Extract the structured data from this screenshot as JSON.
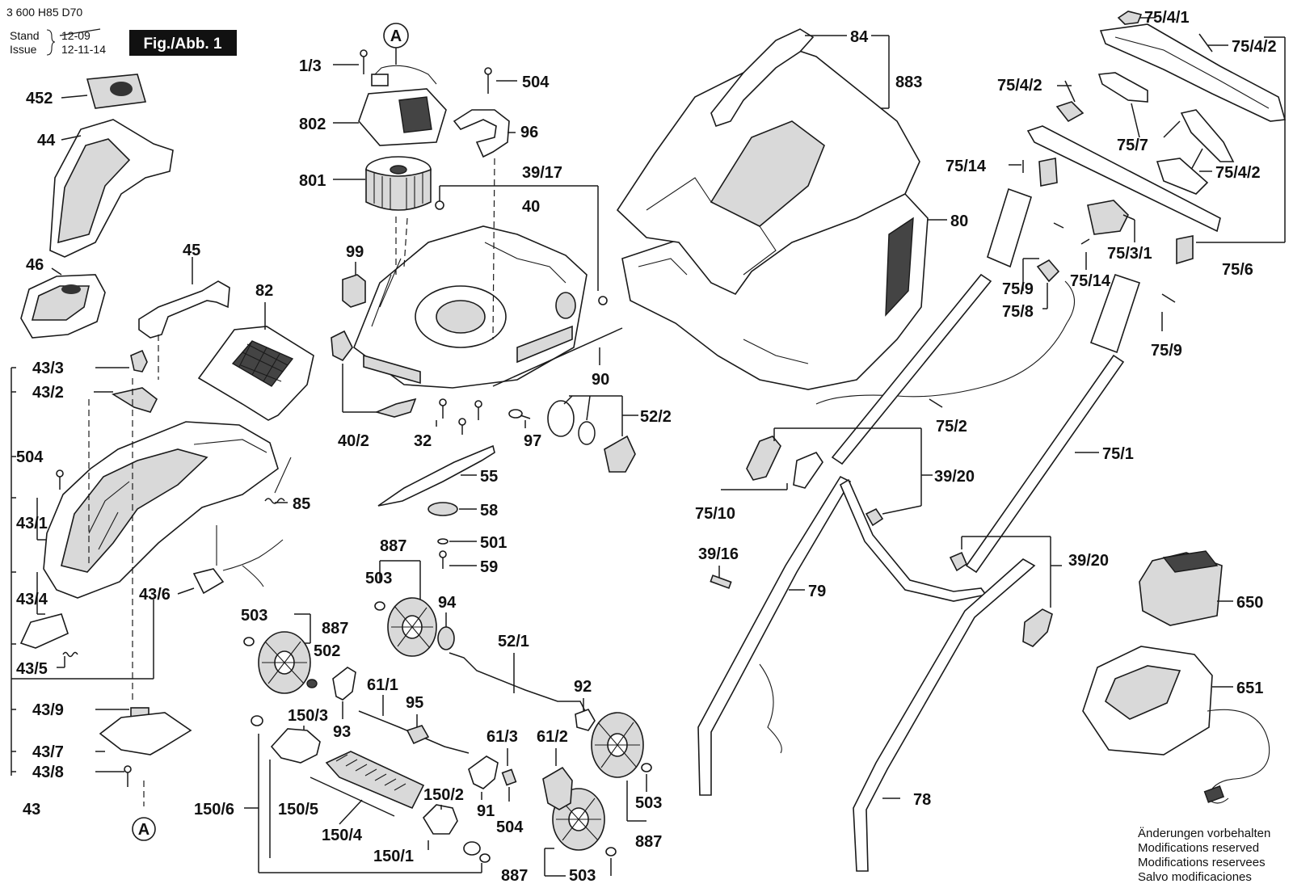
{
  "header": {
    "doc_number": "3 600 H85 D70",
    "stand_label": "Stand",
    "issue_label": "Issue",
    "old_date": "12-09",
    "issue_date": "12-11-14",
    "fig_label": "Fig./Abb. 1"
  },
  "callouts": {
    "A": "A",
    "p1_3": "1/3",
    "p802": "802",
    "p801": "801",
    "p99": "99",
    "p504a": "504",
    "p96": "96",
    "p39_17": "39/17",
    "p40": "40",
    "p452": "452",
    "p44": "44",
    "p45": "45",
    "p46": "46",
    "p82": "82",
    "p43_3": "43/3",
    "p43_2": "43/2",
    "p504b": "504",
    "p43_1": "43/1",
    "p85": "85",
    "p43_4": "43/4",
    "p43_6": "43/6",
    "p43_5": "43/5",
    "p43_9": "43/9",
    "p43_7": "43/7",
    "p43_8": "43/8",
    "p43": "43",
    "p90": "90",
    "p40_2": "40/2",
    "p32": "32",
    "p97": "97",
    "p52_2": "52/2",
    "p55": "55",
    "p58": "58",
    "p501": "501",
    "p59": "59",
    "p887a": "887",
    "p503a": "503",
    "p94": "94",
    "p503b": "503",
    "p887b": "887",
    "p502": "502",
    "p52_1": "52/1",
    "p61_1": "61/1",
    "p95": "95",
    "p93": "93",
    "p150_3": "150/3",
    "p92": "92",
    "p61_3": "61/3",
    "p61_2": "61/2",
    "p150_2": "150/2",
    "p91": "91",
    "p504c": "504",
    "p150_6": "150/6",
    "p150_5": "150/5",
    "p150_4": "150/4",
    "p150_1": "150/1",
    "p503c": "503",
    "p887c": "887",
    "p887d": "887",
    "p503d": "503",
    "p84": "84",
    "p883": "883",
    "p80": "80",
    "p75_4_1": "75/4/1",
    "p75_4_2a": "75/4/2",
    "p75_4_2b": "75/4/2",
    "p75_7": "75/7",
    "p75_4_2c": "75/4/2",
    "p75_14a": "75/14",
    "p75_3_1": "75/3/1",
    "p75_14b": "75/14",
    "p75_6": "75/6",
    "p75_9a": "75/9",
    "p75_8": "75/8",
    "p75_9b": "75/9",
    "p75_2": "75/2",
    "p75_1": "75/1",
    "p39_20a": "39/20",
    "p75_10": "75/10",
    "p39_16": "39/16",
    "p79": "79",
    "p39_20b": "39/20",
    "p650": "650",
    "p651": "651",
    "p78": "78"
  },
  "notes": [
    "Änderungen vorbehalten",
    "Modifications reserved",
    "Modifications reservees",
    "Salvo modificaciones"
  ],
  "colors": {
    "ink": "#1a1a1a",
    "part_fill": "#ffffff",
    "part_shade": "#d9d9d9",
    "badge_fill": "#111111",
    "badge_text": "#ffffff"
  }
}
